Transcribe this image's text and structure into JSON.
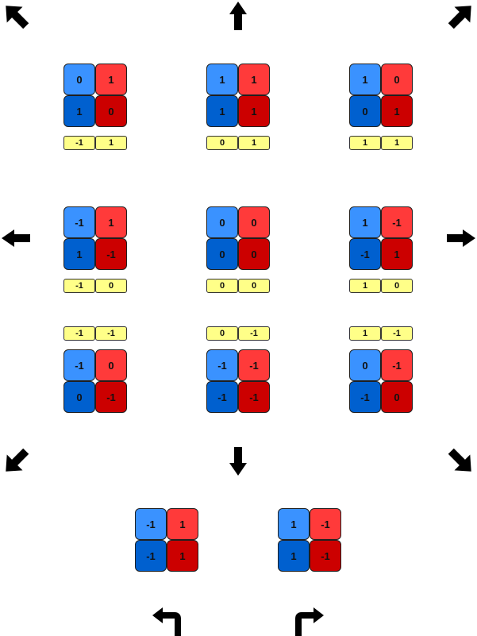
{
  "grids": [
    {
      "id": "up-left",
      "cells": [
        "0",
        "1",
        "1",
        "0"
      ],
      "bar": [
        "-1",
        "1"
      ]
    },
    {
      "id": "up",
      "cells": [
        "1",
        "1",
        "1",
        "1"
      ],
      "bar": [
        "0",
        "1"
      ]
    },
    {
      "id": "up-right",
      "cells": [
        "1",
        "0",
        "0",
        "1"
      ],
      "bar": [
        "1",
        "1"
      ]
    },
    {
      "id": "left",
      "cells": [
        "-1",
        "1",
        "1",
        "-1"
      ],
      "bar": [
        "-1",
        "0"
      ]
    },
    {
      "id": "center",
      "cells": [
        "0",
        "0",
        "0",
        "0"
      ],
      "bar": [
        "0",
        "0"
      ]
    },
    {
      "id": "right",
      "cells": [
        "1",
        "-1",
        "-1",
        "1"
      ],
      "bar": [
        "1",
        "0"
      ]
    },
    {
      "id": "down-left",
      "cells": [
        "-1",
        "0",
        "0",
        "-1"
      ],
      "bar": [
        "-1",
        "-1"
      ]
    },
    {
      "id": "down",
      "cells": [
        "-1",
        "-1",
        "-1",
        "-1"
      ],
      "bar": [
        "0",
        "-1"
      ]
    },
    {
      "id": "down-right",
      "cells": [
        "0",
        "-1",
        "-1",
        "0"
      ],
      "bar": [
        "1",
        "-1"
      ]
    },
    {
      "id": "turn-left",
      "cells": [
        "-1",
        "1",
        "-1",
        "1"
      ]
    },
    {
      "id": "turn-right",
      "cells": [
        "1",
        "-1",
        "1",
        "-1"
      ]
    }
  ],
  "icons": [
    "arrow-up-left-icon",
    "arrow-up-icon",
    "arrow-up-right-icon",
    "arrow-left-icon",
    "arrow-right-icon",
    "arrow-down-left-icon",
    "arrow-down-icon",
    "arrow-down-right-icon",
    "turn-left-icon",
    "turn-right-icon"
  ],
  "colors": {
    "cell_top_left": "#3a92ff",
    "cell_top_right": "#ff3a3a",
    "cell_bottom_left": "#0060cf",
    "cell_bottom_right": "#cc0000",
    "bar": "#ffff88",
    "arrow": "#000000"
  }
}
